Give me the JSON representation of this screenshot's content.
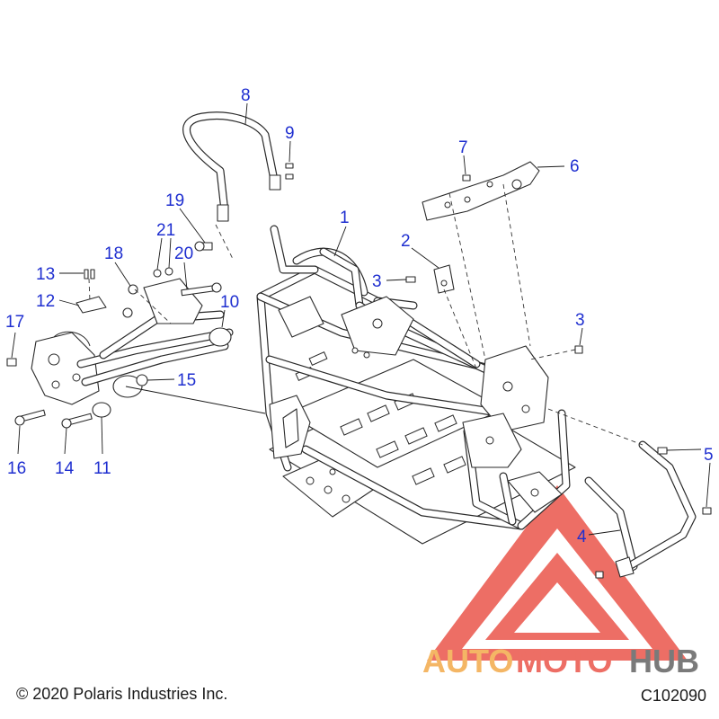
{
  "callouts": [
    {
      "id": "1",
      "label": "1"
    },
    {
      "id": "2",
      "label": "2"
    },
    {
      "id": "3a",
      "label": "3"
    },
    {
      "id": "3b",
      "label": "3"
    },
    {
      "id": "4",
      "label": "4"
    },
    {
      "id": "5",
      "label": "5"
    },
    {
      "id": "6",
      "label": "6"
    },
    {
      "id": "7",
      "label": "7"
    },
    {
      "id": "8",
      "label": "8"
    },
    {
      "id": "9",
      "label": "9"
    },
    {
      "id": "10",
      "label": "10"
    },
    {
      "id": "11",
      "label": "11"
    },
    {
      "id": "12",
      "label": "12"
    },
    {
      "id": "13",
      "label": "13"
    },
    {
      "id": "14",
      "label": "14"
    },
    {
      "id": "15",
      "label": "15"
    },
    {
      "id": "16",
      "label": "16"
    },
    {
      "id": "17",
      "label": "17"
    },
    {
      "id": "18",
      "label": "18"
    },
    {
      "id": "19",
      "label": "19"
    },
    {
      "id": "20",
      "label": "20"
    },
    {
      "id": "21",
      "label": "21"
    }
  ],
  "footer": {
    "copyright": "© 2020 Polaris Industries Inc.",
    "figure_id": "C102090"
  },
  "watermark": {
    "text_auto": "AUTO",
    "text_moto": "MOTO",
    "text_hub": "HUB",
    "color_red": "#e8463a",
    "color_orange": "#f2a23a",
    "color_gray": "#555555"
  },
  "callout_color": "#1f2fd0"
}
